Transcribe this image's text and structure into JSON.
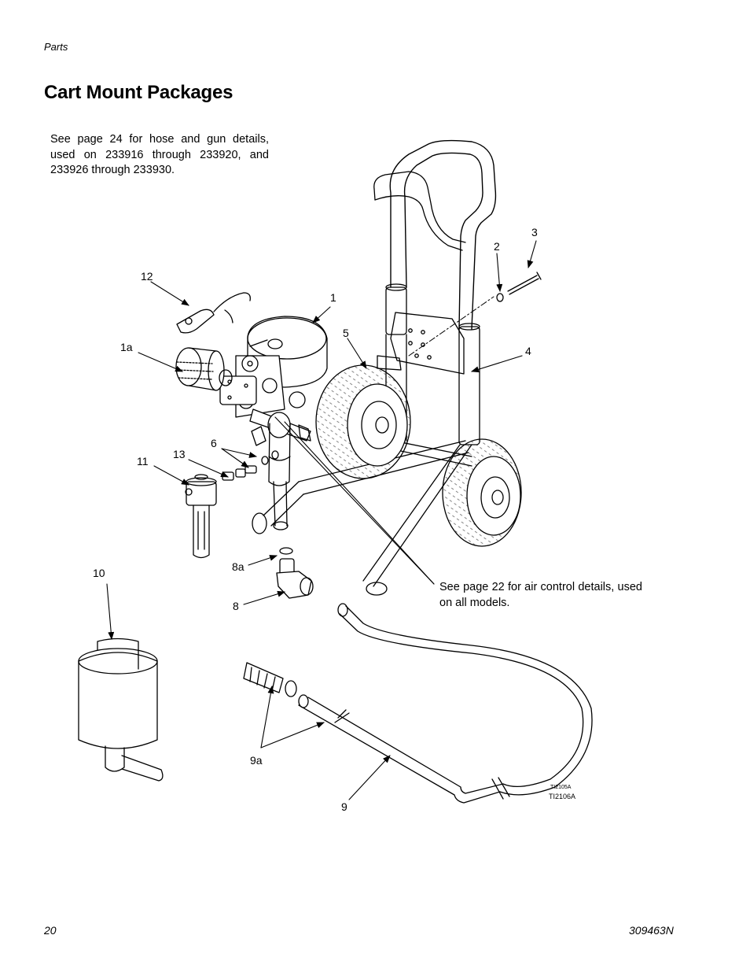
{
  "header": {
    "section": "Parts"
  },
  "title": "Cart Mount Packages",
  "notes": {
    "hose_gun": "See page 24 for hose and gun details, used on 233916 through 233920, and 233926 through 233930.",
    "air_control": "See page 22 for air control details, used on all models."
  },
  "callouts": {
    "c1": "1",
    "c1a": "1a",
    "c2": "2",
    "c3": "3",
    "c4": "4",
    "c5": "5",
    "c6": "6",
    "c8": "8",
    "c8a": "8a",
    "c9": "9",
    "c9a": "9a",
    "c10": "10",
    "c11": "11",
    "c12": "12",
    "c13": "13"
  },
  "figure_ids": {
    "small": "TI2105A",
    "main": "TI2106A"
  },
  "footer": {
    "page_number": "20",
    "doc_number": "309463N"
  }
}
